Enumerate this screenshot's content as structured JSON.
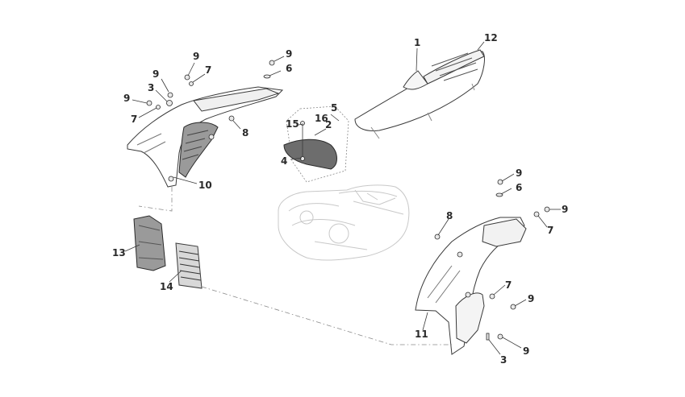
{
  "callouts": {
    "c1": "1",
    "c12": "12",
    "c9a": "9",
    "c9b": "9",
    "c7a": "7",
    "c6a": "6",
    "c9c": "9",
    "c3a": "3",
    "c9d": "9",
    "c7b": "7",
    "c8a": "8",
    "c10": "10",
    "c5": "5",
    "c15": "15",
    "c16": "16",
    "c2": "2",
    "c4": "4",
    "c13": "13",
    "c14": "14",
    "c9e": "9",
    "c6b": "6",
    "c8b": "8",
    "c9f": "9",
    "c7c": "7",
    "c7d": "7",
    "c9g": "9",
    "c11": "11",
    "c3b": "3",
    "c9h": "9"
  }
}
